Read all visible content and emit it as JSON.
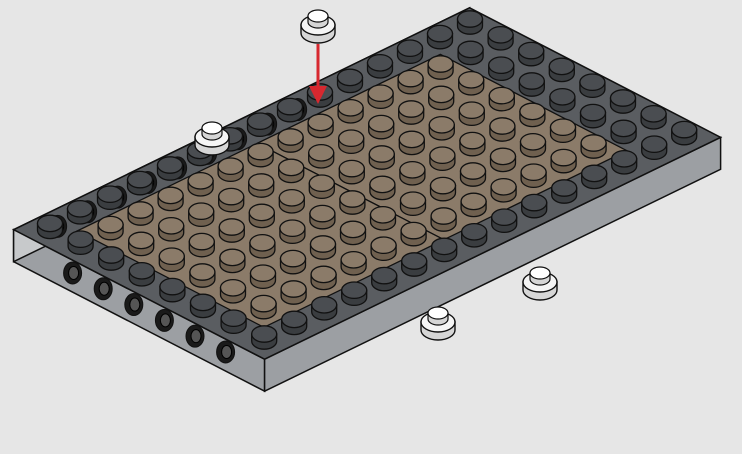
{
  "illustration": {
    "kind": "building-instruction-step",
    "colors": {
      "background": "#e6e6e6",
      "tan_plate": "#8b7b69",
      "tan_stud": "#6f604f",
      "dark_gray": "#5a5d61",
      "dark_gray_stud": "#3a3d40",
      "mid_gray": "#9c9fa3",
      "light_gray": "#c7c9cb",
      "white_part": "#f5f5f5",
      "arrow": "#d7282f",
      "outline": "#111111"
    },
    "parts": {
      "placed_part": "round-plate-1x1-white",
      "arrow_icon": "red-down-arrow"
    }
  }
}
